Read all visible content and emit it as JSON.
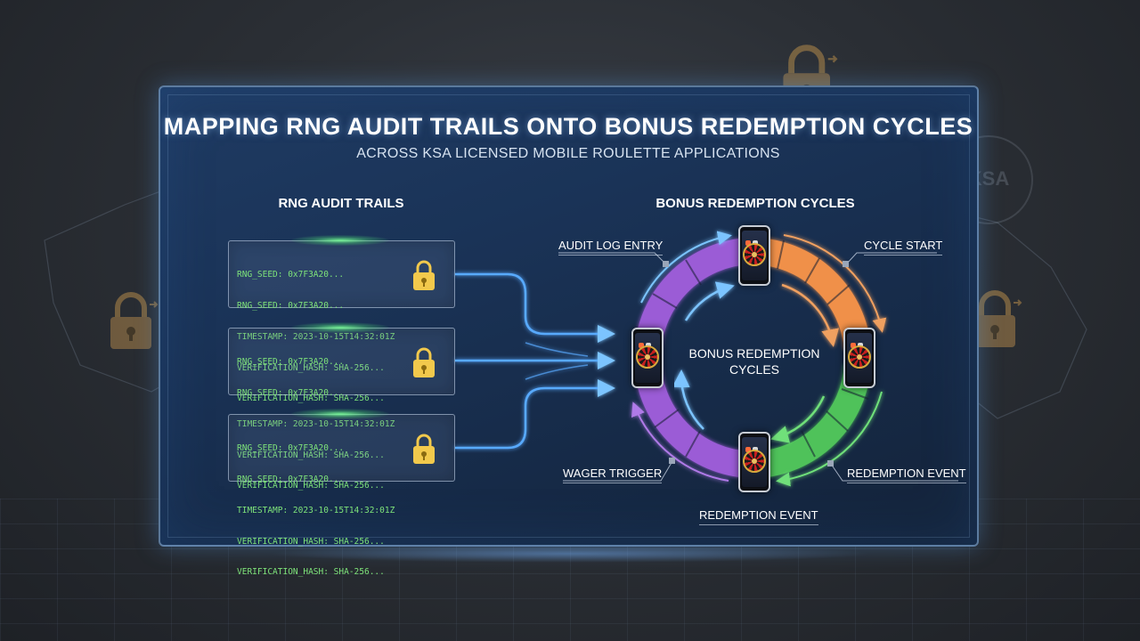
{
  "title": "MAPPING RNG AUDIT TRAILS ONTO BONUS REDEMPTION CYCLES",
  "subtitle": "ACROSS KSA LICENSED MOBILE ROULETTE APPLICATIONS",
  "left_section": {
    "heading": "RNG AUDIT TRAILS",
    "cards": [
      {
        "lines": [
          "RNG_SEED: 0x7F3A20...",
          "RNG_SEED: 0x7F3A20...",
          "TIMESTAMP: 2023-10-15T14:32:01Z",
          "VERIFICATION_HASH: SHA-256...",
          "VERIFICATION_HASH: SHA-256..."
        ]
      },
      {
        "lines": [
          "RNG_SEED: 0x7F3A20...",
          "RNG_SEED: 0x7F3A20...",
          "TIMESTAMP: 2023-10-15T14:32:01Z",
          "VERIFICATION_HASH: SHA-256...",
          "VERIFICATION_HASH: SHA-256..."
        ]
      },
      {
        "lines": [
          "RNG_SEED: 0x7F3A20...",
          "RNG_SEED: 0x7F3A20...",
          "TIMESTAMP: 2023-10-15T14:32:01Z",
          "VERIFICATION_HASH: SHA-256...",
          "VERIFICATION_HASH: SHA-256..."
        ]
      }
    ],
    "lock_icon": "padlock-icon",
    "log_text_color": "#7ee37a"
  },
  "right_section": {
    "heading": "BONUS REDEMPTION CYCLES",
    "center_label_line1": "BONUS REDEMPTION",
    "center_label_line2": "CYCLES",
    "callouts": {
      "audit_log_entry": "AUDIT LOG ENTRY",
      "cycle_start": "CYCLE START",
      "wager_trigger": "WAGER TRIGGER",
      "redemption_event_right": "REDEMPTION EVENT",
      "redemption_event_bottom": "REDEMPTION EVENT"
    },
    "ring_colors": {
      "purple": "#9b5bd6",
      "orange": "#f0904a",
      "green": "#4fc25a"
    },
    "phone_icon": "mobile-roulette-icon"
  },
  "background": {
    "seal_text": "KSA",
    "lock_icon": "padlock-icon",
    "accent": "#58aaff"
  }
}
